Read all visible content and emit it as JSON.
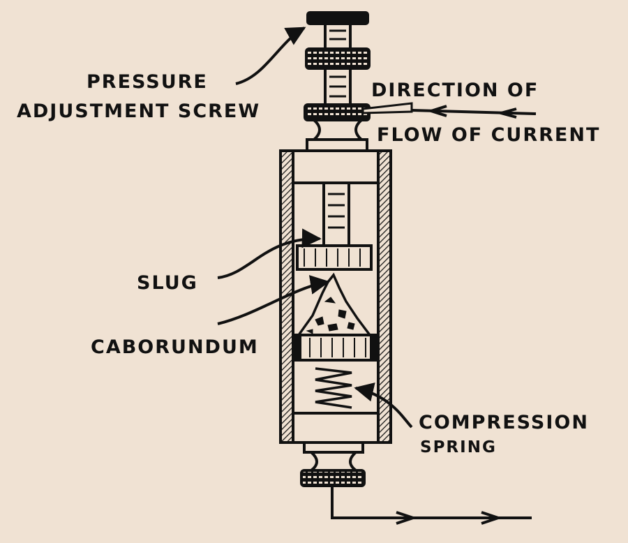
{
  "labels": {
    "pressure_line1": "PRESSURE",
    "pressure_line2": "ADJUSTMENT SCREW",
    "direction_line1": "DIRECTION OF",
    "direction_line2": "FLOW OF CURRENT",
    "slug": "SLUG",
    "caborundum": "CABORUNDUM",
    "compression_line1": "COMPRESSION",
    "compression_line2": "SPRING"
  },
  "colors": {
    "background": "#f0e2d3",
    "ink": "#111111"
  }
}
